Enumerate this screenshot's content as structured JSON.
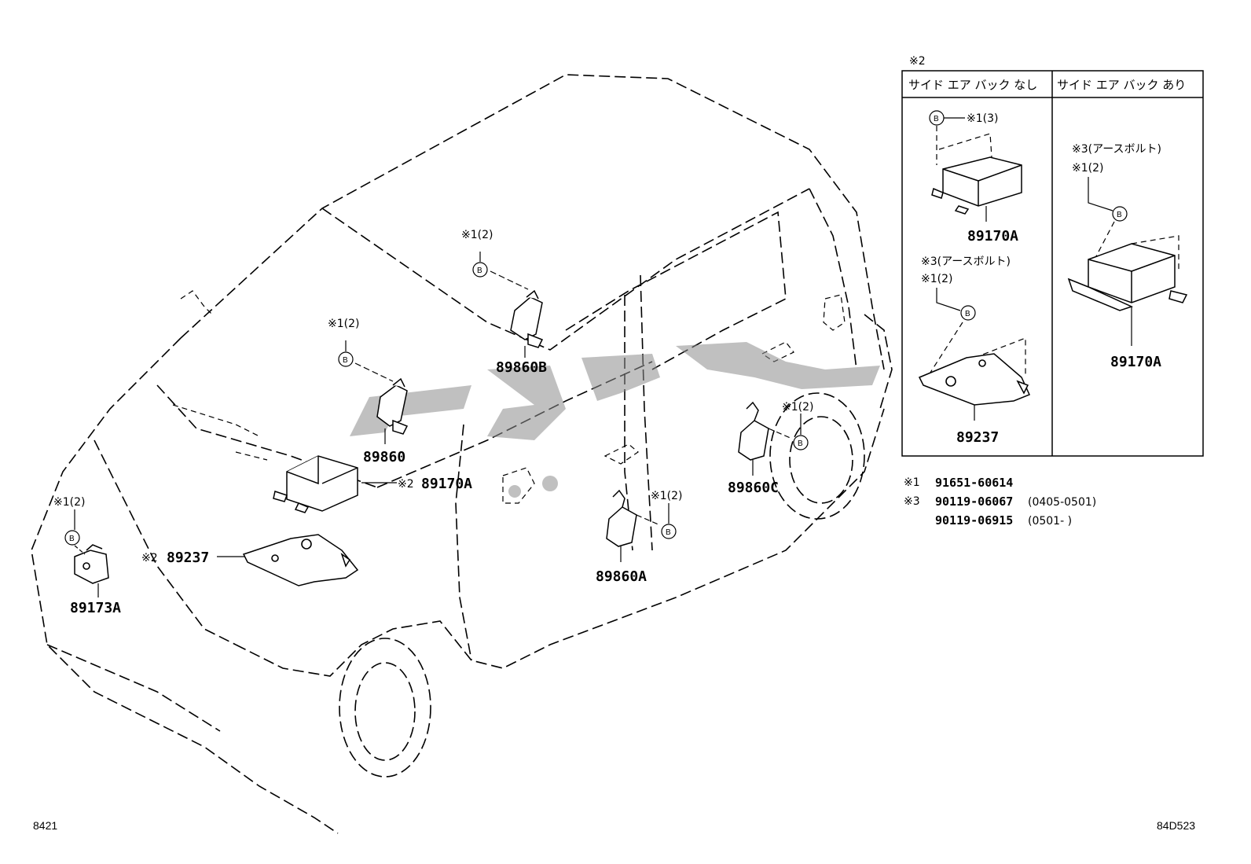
{
  "drawing_number": "8421",
  "page_code": "84D523",
  "watermark_text": "",
  "parts": {
    "p89860b": "89860B",
    "p89860": "89860",
    "p89170a": "89170A",
    "p89237": "89237",
    "p89173a": "89173A",
    "p89860c": "89860C",
    "p89860a": "89860A"
  },
  "callouts": {
    "note1_2": "※1(2)",
    "note2": "※2",
    "note3_earth": "※3(アースボルト)",
    "note1_3": "※1(3)",
    "bolt_mark": "B"
  },
  "inset": {
    "heading": "※2",
    "col_left": "サイド エア バック なし",
    "col_right": "サイド エア バック あり",
    "left_part_a": "89170A",
    "left_part_b": "89237",
    "right_part": "89170A"
  },
  "footnotes": [
    {
      "mark": "※1",
      "code": "91651-60614",
      "range": ""
    },
    {
      "mark": "※3",
      "code": "90119-06067",
      "range": "(0405-0501)"
    },
    {
      "mark": "",
      "code": "90119-06915",
      "range": "(0501-      )"
    }
  ],
  "icons": [
    "bolt-b-icon"
  ]
}
